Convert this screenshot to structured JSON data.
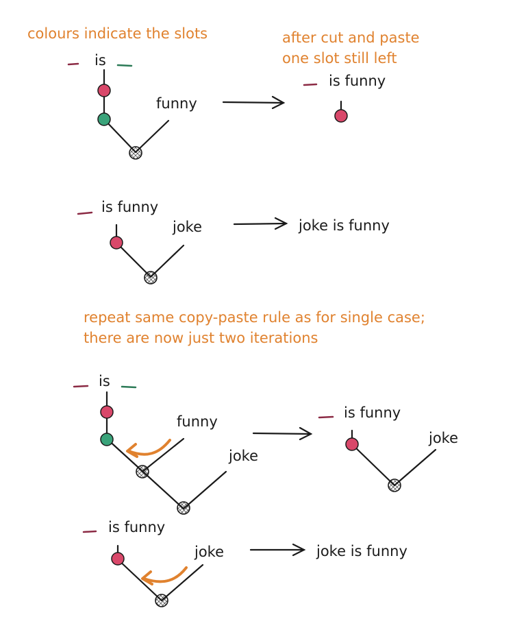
{
  "colors": {
    "note": "#e0822f",
    "slot_red": "#d9486a",
    "slot_green": "#3aa37a",
    "slot_red_dash": "#8b2a44",
    "slot_green_dash": "#2b7a56",
    "ink": "#1a1a1a"
  },
  "notes": {
    "top_left": "colours indicate the slots",
    "top_right_1": "after cut and paste",
    "top_right_2": "one slot still left",
    "middle_1": "repeat same copy-paste rule as for single case;",
    "middle_2": "there are now just two iterations"
  },
  "labels": {
    "is": "is",
    "is_funny": "is funny",
    "funny": "funny",
    "joke": "joke",
    "result": "joke is funny"
  }
}
